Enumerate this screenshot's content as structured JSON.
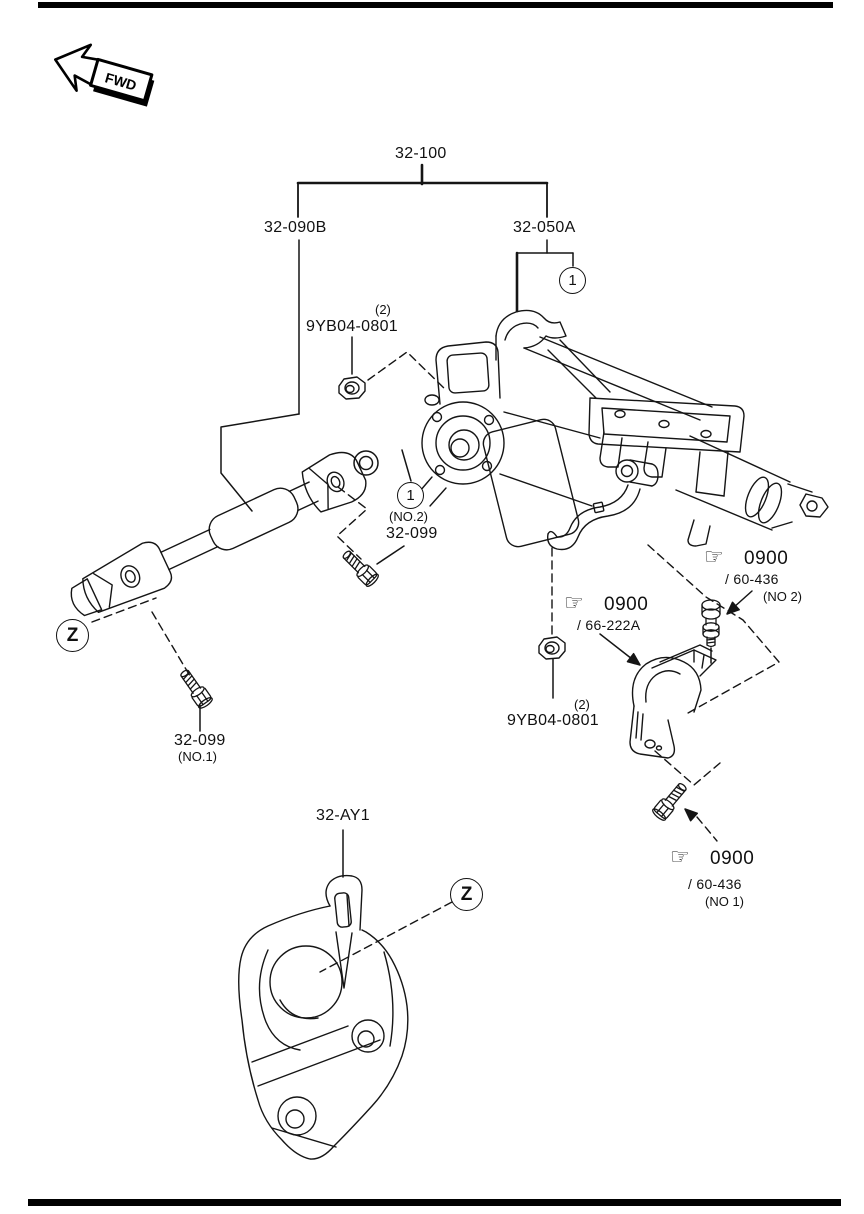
{
  "diagram": {
    "fwd_label": "FWD",
    "hand_icon": "☞",
    "tree": {
      "root": "32-100",
      "left": "32-090B",
      "right": "32-050A"
    },
    "callout_1_top": "1",
    "callout_1_mid": "1",
    "zone_z_left": "Z",
    "zone_z_bottom": "Z",
    "nut_upper": {
      "qty": "(2)",
      "part": "9YB04-0801"
    },
    "nut_lower": {
      "qty": "(2)",
      "part": "9YB04-0801"
    },
    "bolt_no2": {
      "part": "32-099",
      "no": "(NO.2)"
    },
    "bolt_no1": {
      "part": "32-099",
      "no": "(NO.1)"
    },
    "ref_clamp_bolt_no2": {
      "code": "0900",
      "part": "/ 60-436",
      "no": "(NO 2)"
    },
    "ref_clamp": {
      "code": "0900",
      "part": "/ 66-222A"
    },
    "ref_clamp_bolt_no1": {
      "code": "0900",
      "part": "/ 60-436",
      "no": "(NO 1)"
    },
    "lower_bracket": "32-AY1",
    "colors": {
      "line": "#151515",
      "background": "#ffffff"
    }
  }
}
